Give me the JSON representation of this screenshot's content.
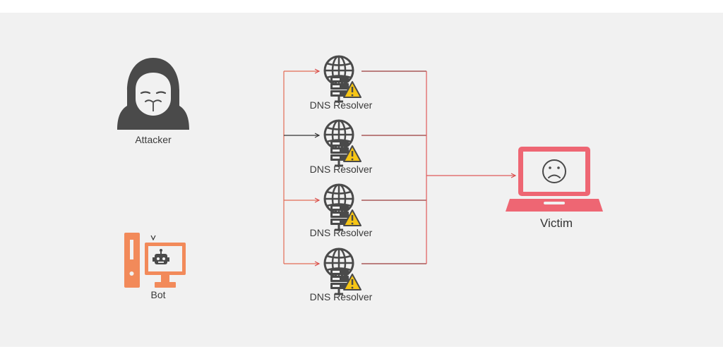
{
  "colors": {
    "background": "#f1f1f1",
    "attacker": "#4a4a4a",
    "bot": "#f28a5a",
    "victim": "#ee6673",
    "resolver": "#4a4a4a",
    "warning": "#f6c515"
  },
  "nodes": {
    "attacker": {
      "label": "Attacker",
      "icon": "hooded-hacker-icon"
    },
    "bot": {
      "label": "Bot",
      "icon": "computer-robot-icon"
    },
    "resolvers": [
      {
        "label": "DNS Resolver",
        "icon": "globe-server-warning-icon"
      },
      {
        "label": "DNS Resolver",
        "icon": "globe-server-warning-icon"
      },
      {
        "label": "DNS Resolver",
        "icon": "globe-server-warning-icon"
      },
      {
        "label": "DNS Resolver",
        "icon": "globe-server-warning-icon"
      }
    ],
    "victim": {
      "label": "Victim",
      "icon": "sad-laptop-icon"
    }
  }
}
